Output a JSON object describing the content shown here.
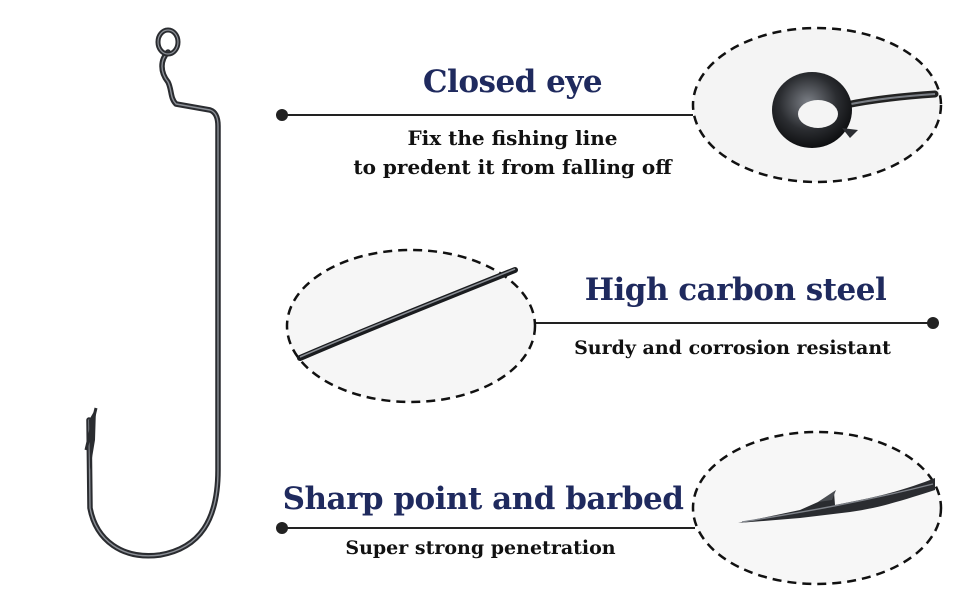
{
  "colors": {
    "title": "#1f2a5e",
    "text": "#111111",
    "line": "#222222",
    "hook": "#3a3d42"
  },
  "features": [
    {
      "title": "Closed eye",
      "description": [
        "Fix the fishing line",
        "to predent it from falling off"
      ]
    },
    {
      "title": "High carbon steel",
      "description": [
        "Surdy and corrosion resistant"
      ]
    },
    {
      "title": "Sharp point and barbed",
      "description": [
        "Super strong penetration"
      ]
    }
  ]
}
